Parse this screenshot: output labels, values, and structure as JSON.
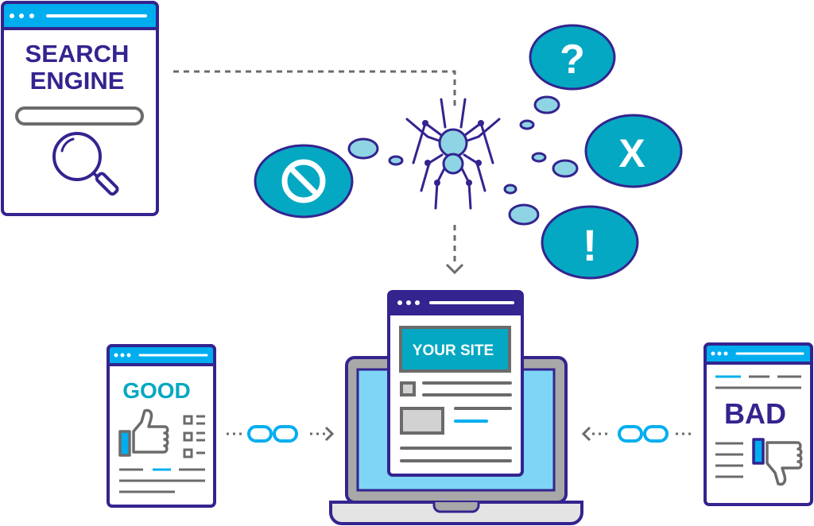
{
  "search_engine": {
    "line1": "SEARCH",
    "line2": "ENGINE"
  },
  "your_site": {
    "label": "YOUR SITE"
  },
  "good_site": {
    "label": "GOOD"
  },
  "bad_site": {
    "label": "BAD"
  },
  "bubbles": {
    "question": "?",
    "x": "X",
    "exclaim": "!"
  },
  "colors": {
    "purple": "#33248f",
    "cyan": "#00aeef",
    "teal": "#05a8c2",
    "light_teal": "#8fd4e4",
    "gray": "#6b6b6b",
    "screen": "#7fd5f6"
  }
}
